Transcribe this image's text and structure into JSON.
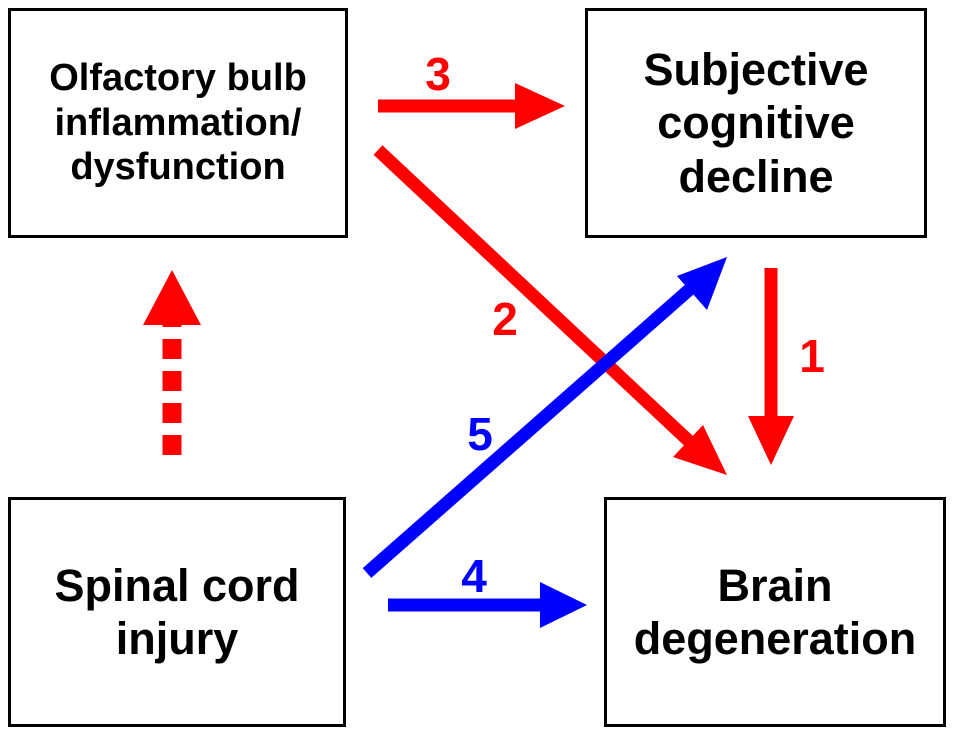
{
  "colors": {
    "red_arrow": "#ff0000",
    "blue_arrow": "#0000ff",
    "box_border": "#000000",
    "text": "#000000",
    "background": "#ffffff"
  },
  "boxes": {
    "olfactory": "Olfactory bulb\ninflammation/\ndysfunction",
    "cognitive": "Subjective\ncognitive\ndecline",
    "spinal": "Spinal cord\ninjury",
    "brain": "Brain\ndegeneration"
  },
  "arrows": {
    "a1": {
      "label": "1",
      "from": "Subjective cognitive decline",
      "to": "Brain degeneration",
      "color": "red",
      "style": "solid"
    },
    "a2": {
      "label": "2",
      "from": "Olfactory bulb inflammation/dysfunction",
      "to": "Brain degeneration",
      "color": "red",
      "style": "solid"
    },
    "a3": {
      "label": "3",
      "from": "Olfactory bulb inflammation/dysfunction",
      "to": "Subjective cognitive decline",
      "color": "red",
      "style": "solid"
    },
    "a4": {
      "label": "4",
      "from": "Spinal cord injury",
      "to": "Brain degeneration",
      "color": "blue",
      "style": "solid"
    },
    "a5": {
      "label": "5",
      "from": "Spinal cord injury",
      "to": "Subjective cognitive decline",
      "color": "blue",
      "style": "solid"
    },
    "dashed": {
      "from": "Spinal cord injury",
      "to": "Olfactory bulb inflammation/dysfunction",
      "color": "red",
      "style": "dashed"
    }
  }
}
